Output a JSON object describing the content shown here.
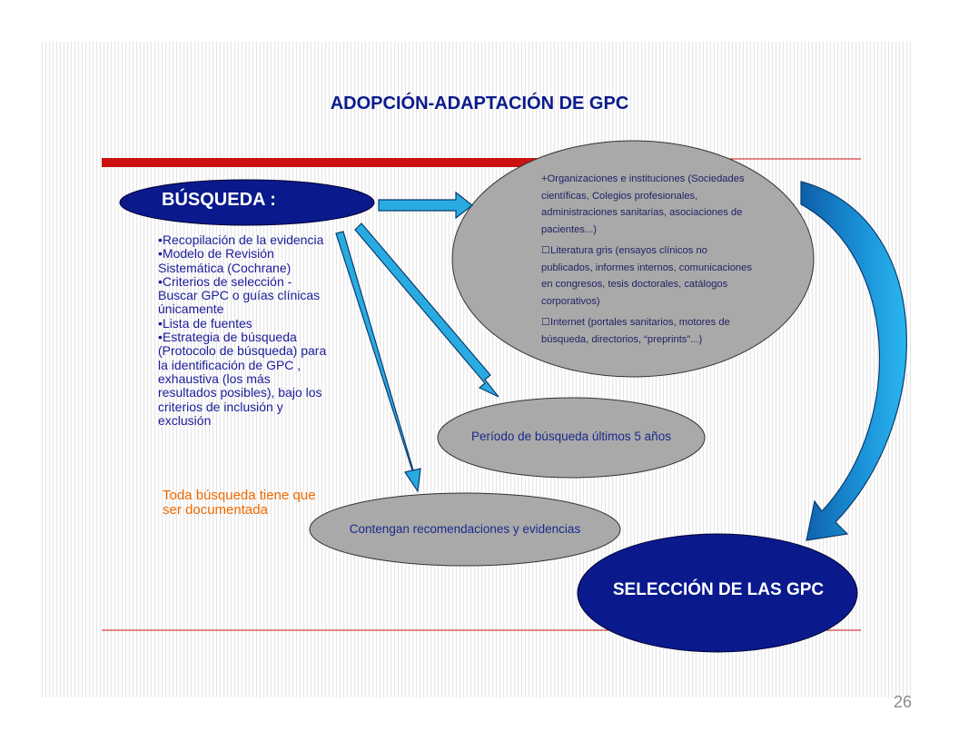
{
  "slide": {
    "title": "ADOPCIÓN-ADAPTACIÓN DE GPC",
    "page_number": "26"
  },
  "search_box": {
    "label": "BÚSQUEDA :"
  },
  "search_items": [
    "Recopilación de la evidencia",
    "Modelo de Revisión Sistemática (Cochrane)",
    "Criterios de selección - Buscar GPC o guías clínicas únicamente",
    "Lista de fuentes",
    "Estrategia de búsqueda (Protocolo de búsqueda) para la identificación de GPC , exhaustiva (los más resultados posibles), bajo los criterios de inclusión y exclusión"
  ],
  "note": "Toda búsqueda tiene que ser documentada",
  "sources": [
    "+Organizaciones e instituciones (Sociedades científicas, Colegios profesionales, administraciones sanitarias, asociaciones de pacientes...)",
    "☐Literatura gris (ensayos clínicos no publicados, informes internos, comunicaciones en congresos, tesis doctorales, catálogos corporativos)",
    "☐Internet (portales sanitarios, motores de búsqueda, directorios, “preprints”...)"
  ],
  "period_text": "Período de búsqueda últimos 5 años",
  "recommend_text": "Contengan recomendaciones y evidencias",
  "selection_label": "SELECCIÓN DE LAS GPC",
  "colors": {
    "navy": "#0a1a8c",
    "red_bar": "#cc1111",
    "arrow_blue": "#29abe2",
    "oval_gray": "#a9a9a9",
    "note_orange": "#f06a00"
  }
}
